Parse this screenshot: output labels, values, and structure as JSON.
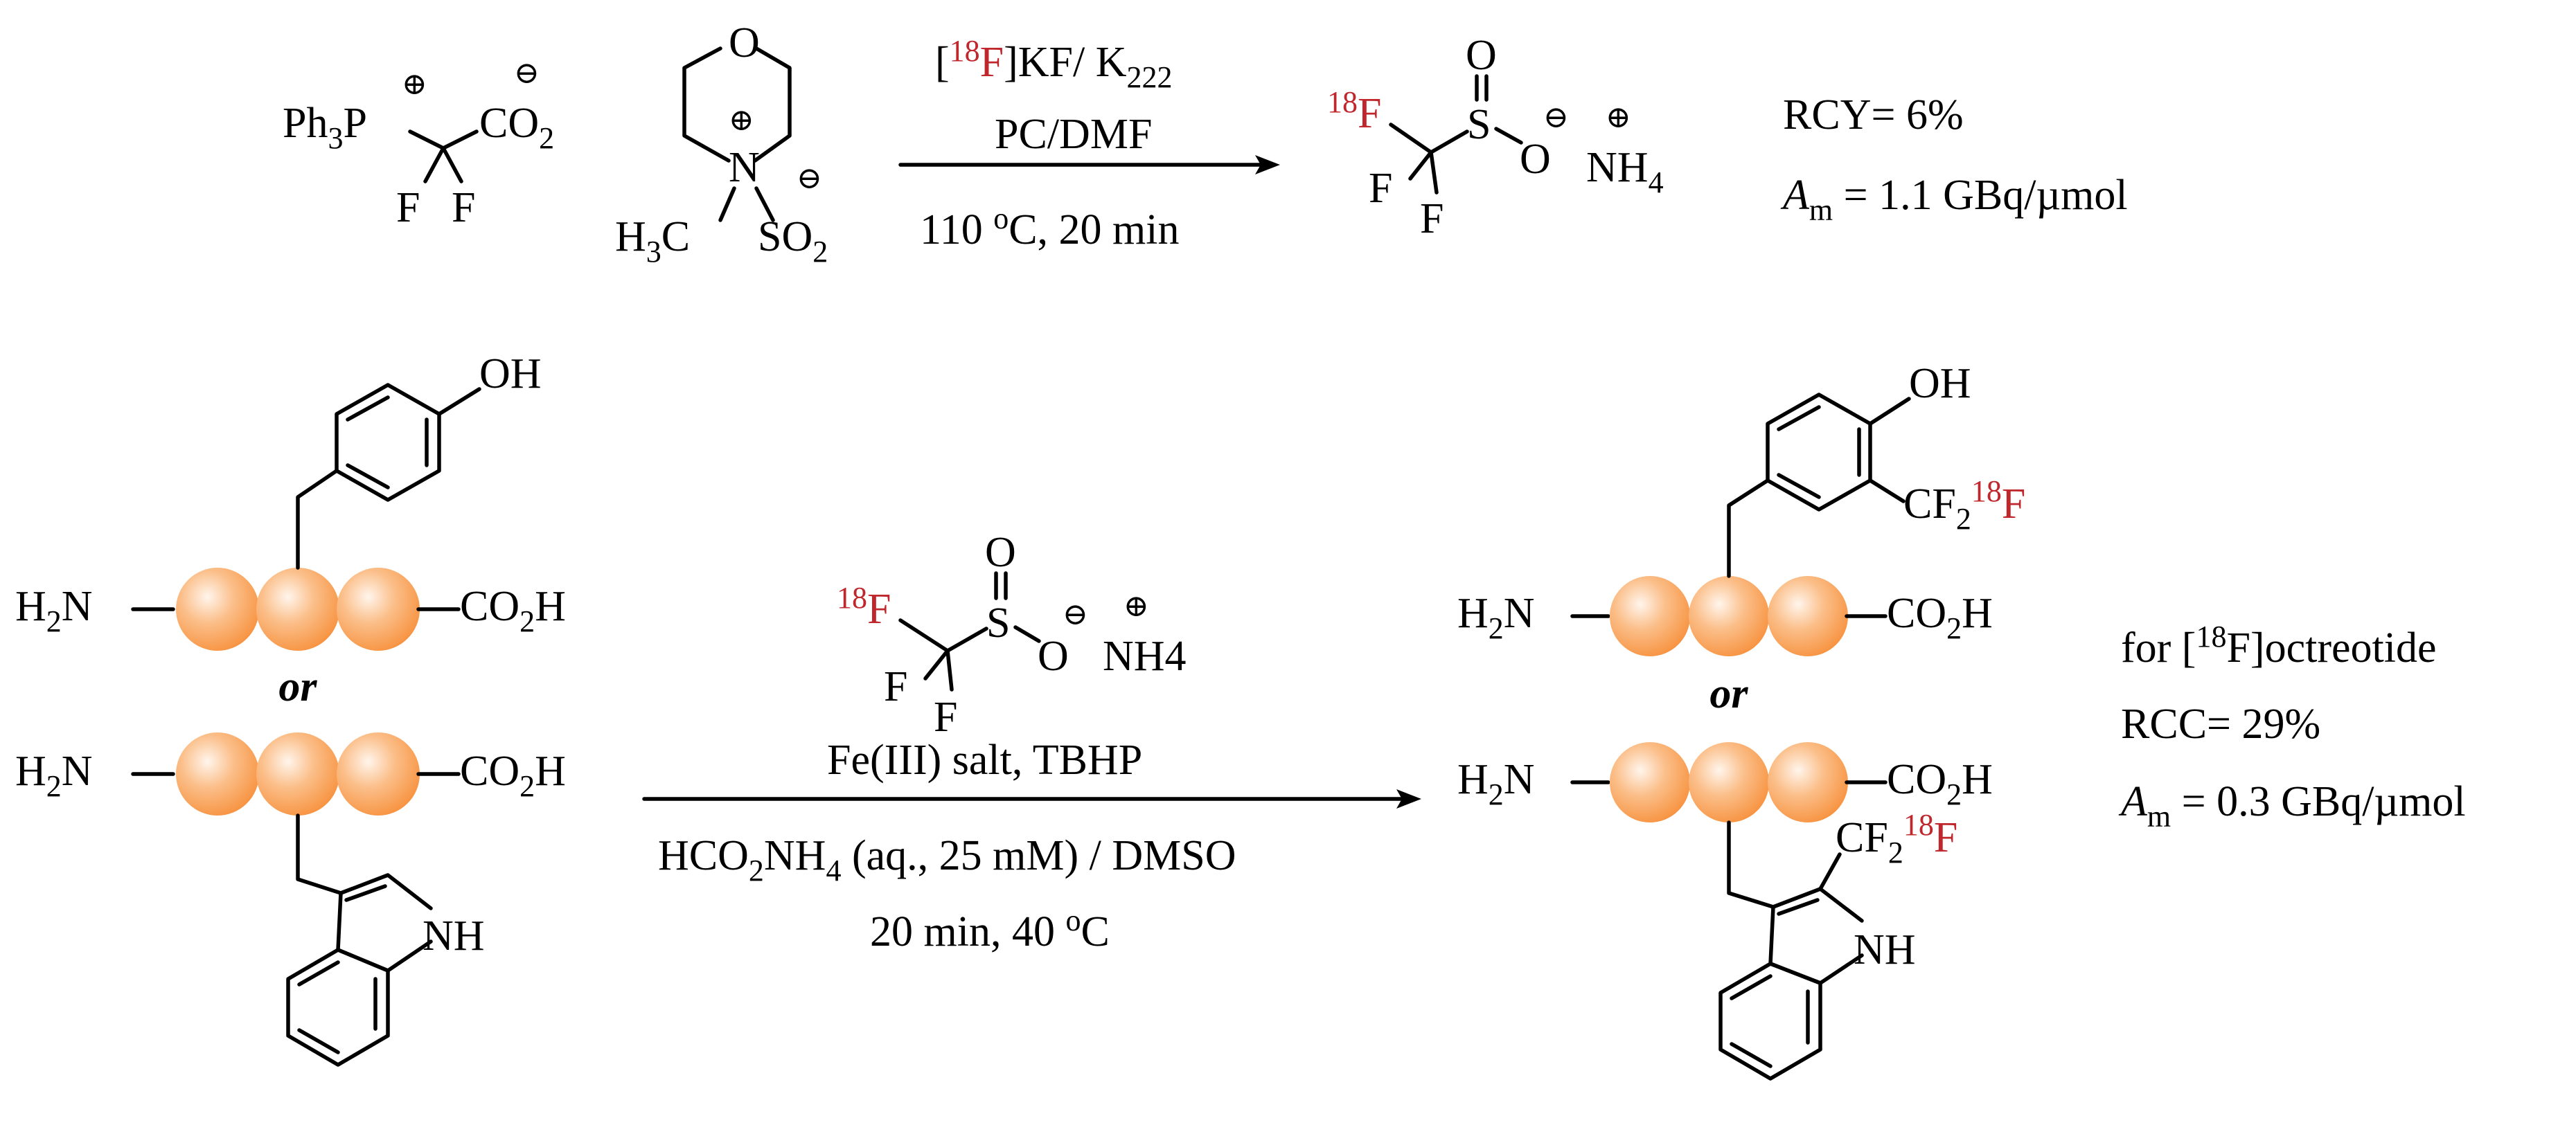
{
  "colors": {
    "isotope_red": "#c0272d",
    "bead_orange": "#f7923f",
    "bead_highlight": "#fff5ec"
  },
  "reaction1": {
    "reagent1": {
      "ph3p": "Ph",
      "ph_sub": "3",
      "p": "P",
      "co": "CO",
      "co_sub": "2",
      "f1": "F",
      "f2": "F",
      "plus": "⊕",
      "minus": "⊖"
    },
    "reagent2": {
      "o": "O",
      "n": "N",
      "h3c_h": "H",
      "h3c_sub": "3",
      "h3c_c": "C",
      "so": "SO",
      "so_sub": "2",
      "plus": "⊕",
      "minus": "⊖"
    },
    "arrow_top_bracket_open": "[",
    "arrow_top_mass": "18",
    "arrow_top_f": "F",
    "arrow_top_rest": "]KF/ K",
    "arrow_top_sub": "222",
    "arrow_mid": "PC/DMF",
    "arrow_bottom_pre": "110 ",
    "arrow_bottom_sup": "o",
    "arrow_bottom_post": "C, 20 min",
    "product": {
      "mass": "18",
      "f_iso": "F",
      "f1": "F",
      "f2": "F",
      "s": "S",
      "o_top": "O",
      "o_right": "O",
      "nh": "NH",
      "nh_sub": "4",
      "plus": "⊕",
      "minus": "⊖"
    },
    "rcy": "RCY= 6%",
    "am_label": "A",
    "am_sub": "m",
    "am_value": " = 1.1 GBq/µmol"
  },
  "reaction2": {
    "peptide": {
      "h2n_h": "H",
      "h2n_sub": "2",
      "h2n_n": "N",
      "co2h_co": "CO",
      "co2h_sub": "2",
      "co2h_h": "H",
      "oh": "OH",
      "nh": "NH",
      "or": "or"
    },
    "reagent": {
      "mass": "18",
      "f_iso": "F",
      "f1": "F",
      "f2": "F",
      "s": "S",
      "o_top": "O",
      "o_right": "O",
      "nh4": "NH4",
      "plus": "⊕",
      "minus": "⊖"
    },
    "arrow_top": "Fe(III) salt, TBHP",
    "arrow_mid_pre": "HCO",
    "arrow_mid_sub1": "2",
    "arrow_mid_nh": "NH",
    "arrow_mid_sub2": "4",
    "arrow_mid_post": " (aq., 25 mM) / DMSO",
    "arrow_bottom_pre": "20 min, 40 ",
    "arrow_bottom_sup": "o",
    "arrow_bottom_post": "C",
    "product": {
      "cf": "CF",
      "cf_sub": "2",
      "mass": "18",
      "f_iso": "F"
    },
    "note_pre": "for [",
    "note_mass": "18",
    "note_post": "F]octreotide",
    "rcc": "RCC= 29%",
    "am_label": "A",
    "am_sub": "m",
    "am_value": " = 0.3 GBq/µmol"
  }
}
